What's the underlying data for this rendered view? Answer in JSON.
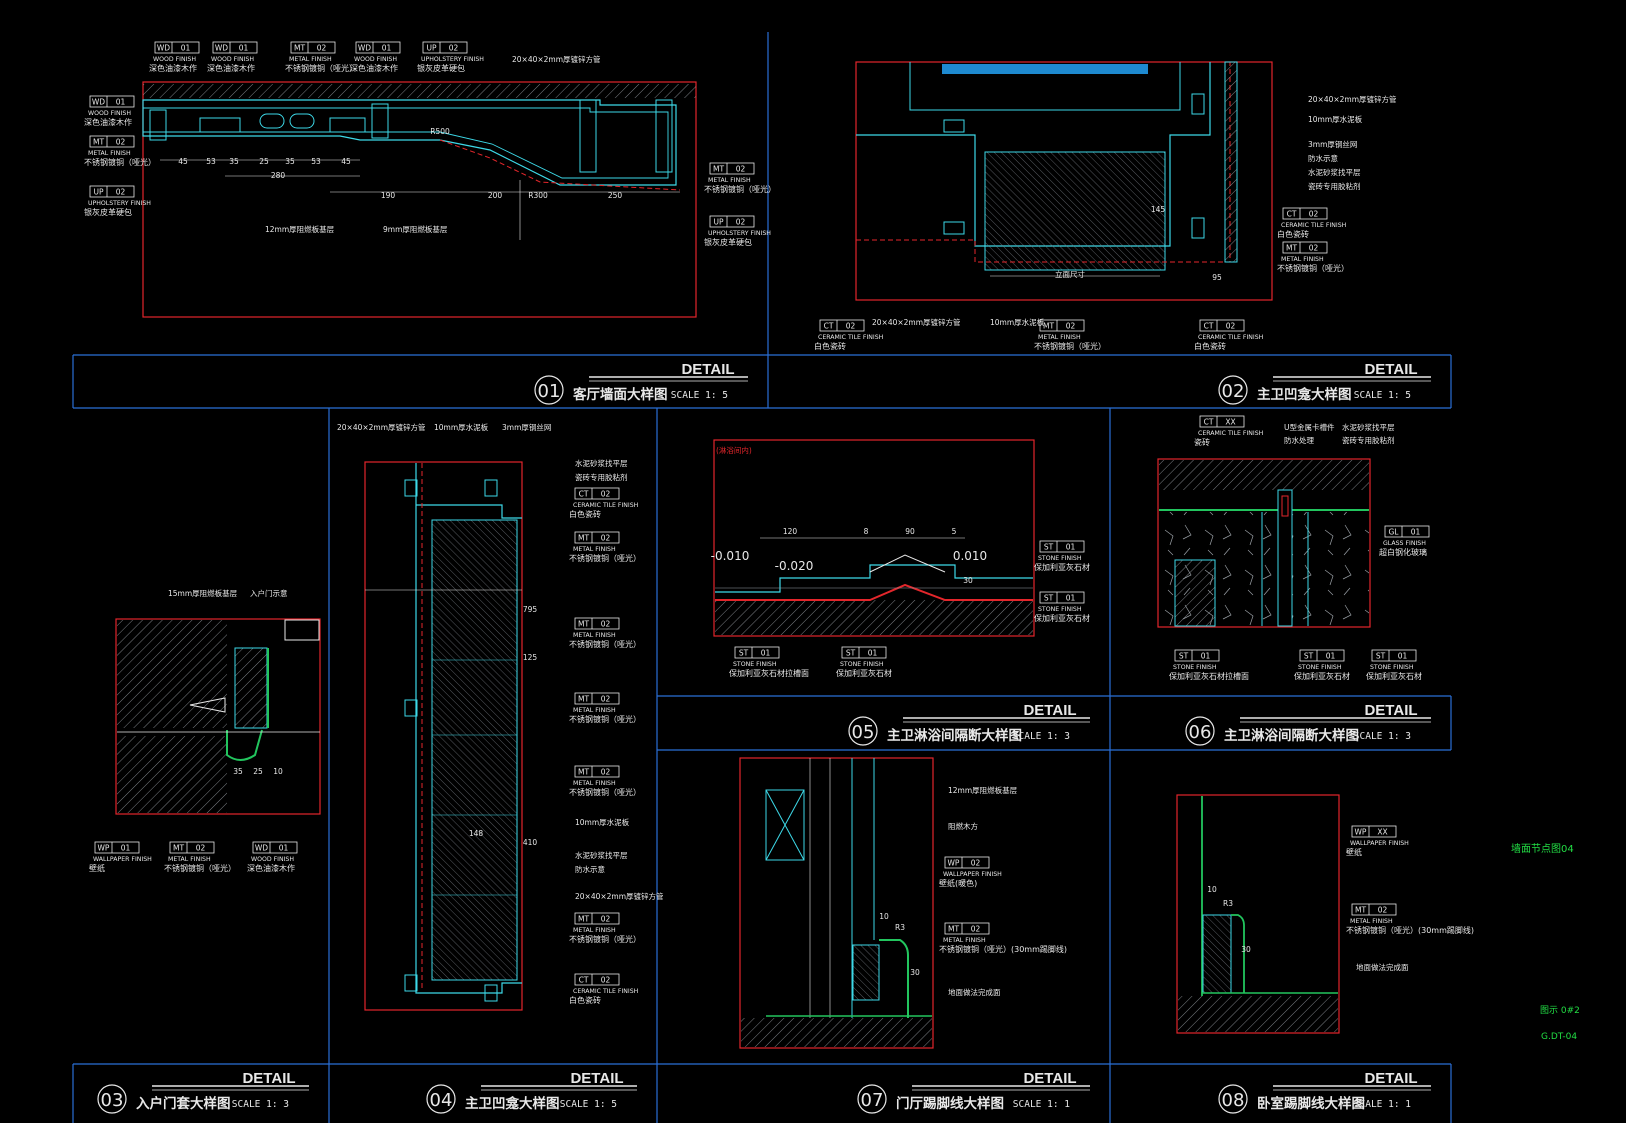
{
  "sheet": {
    "side_labels": [
      "墙面节点图04",
      "图示 0#2",
      "G.DT-04"
    ],
    "colors": {
      "frame": "#2a6fd6",
      "cut": "#e3262b",
      "line": "#3dd9e8",
      "dim": "#e8e8e8",
      "fill": "#22c55e",
      "text": "#e8e8e8",
      "accent": "#ffd400"
    }
  },
  "details": [
    {
      "number": "01",
      "label": "DETAIL",
      "title": "客厅墙面大样图",
      "scale": "SCALE  1: 5",
      "tags": [
        {
          "code": "WD",
          "num": "01",
          "en": "WOOD FINISH",
          "cn": "深色油漆木作"
        },
        {
          "code": "WD",
          "num": "01",
          "en": "WOOD FINISH",
          "cn": "深色油漆木作"
        },
        {
          "code": "MT",
          "num": "02",
          "en": "METAL FINISH",
          "cn": "不锈钢镀铜（哑光）"
        },
        {
          "code": "WD",
          "num": "01",
          "en": "WOOD FINISH",
          "cn": "深色油漆木作"
        },
        {
          "code": "UP",
          "num": "02",
          "en": "UPHOLSTERY FINISH",
          "cn": "银灰皮革硬包"
        },
        {
          "code": "WD",
          "num": "01",
          "en": "WOOD FINISH",
          "cn": "深色油漆木作"
        },
        {
          "code": "MT",
          "num": "02",
          "en": "METAL FINISH",
          "cn": "不锈钢镀铜（哑光）"
        },
        {
          "code": "UP",
          "num": "02",
          "en": "UPHOLSTERY FINISH",
          "cn": "银灰皮革硬包"
        },
        {
          "code": "MT",
          "num": "02",
          "en": "METAL FINISH",
          "cn": "不锈钢镀铜（哑光）"
        },
        {
          "code": "UP",
          "num": "02",
          "en": "UPHOLSTERY FINISH",
          "cn": "银灰皮革硬包"
        }
      ],
      "notes": [
        "20×40×2mm厚镀锌方管",
        "12mm厚阻燃板基层",
        "9mm厚阻燃板基层"
      ],
      "dims": [
        "45",
        "53",
        "35",
        "25",
        "35",
        "53",
        "45",
        "280",
        "190",
        "200",
        "250",
        "R500",
        "R300"
      ]
    },
    {
      "number": "02",
      "label": "DETAIL",
      "title": "主卫凹龛大样图",
      "scale": "SCALE  1: 5",
      "tags": [
        {
          "code": "CT",
          "num": "02",
          "en": "CERAMIC TILE FINISH",
          "cn": "白色瓷砖"
        },
        {
          "code": "MT",
          "num": "02",
          "en": "METAL FINISH",
          "cn": "不锈钢镀铜（哑光）"
        },
        {
          "code": "CT",
          "num": "02",
          "en": "CERAMIC TILE FINISH",
          "cn": "白色瓷砖"
        },
        {
          "code": "MT",
          "num": "02",
          "en": "METAL FINISH",
          "cn": "不锈钢镀铜（哑光）"
        },
        {
          "code": "CT",
          "num": "02",
          "en": "CERAMIC TILE FINISH",
          "cn": "白色瓷砖"
        }
      ],
      "notes": [
        "20×40×2mm厚镀锌方管",
        "10mm厚水泥板",
        "3mm厚钢丝网",
        "防水示意",
        "水泥砂浆找平层",
        "瓷砖专用胶粘剂",
        "20×40×2mm厚镀锌方管",
        "10mm厚水泥板",
        "立面尺寸"
      ],
      "dims": [
        "145",
        "95"
      ]
    },
    {
      "number": "03",
      "label": "DETAIL",
      "title": "入户门套大样图",
      "scale": "SCALE  1: 3",
      "tags": [
        {
          "code": "WP",
          "num": "01",
          "en": "WALLPAPER FINISH",
          "cn": "壁纸"
        },
        {
          "code": "MT",
          "num": "02",
          "en": "METAL FINISH",
          "cn": "不锈钢镀铜（哑光）"
        },
        {
          "code": "WD",
          "num": "01",
          "en": "WOOD FINISH",
          "cn": "深色油漆木作"
        }
      ],
      "notes": [
        "15mm厚阻燃板基层",
        "入户门示意"
      ],
      "dims": [
        "35",
        "25",
        "10"
      ]
    },
    {
      "number": "04",
      "label": "DETAIL",
      "title": "主卫凹龛大样图",
      "scale": "SCALE  1: 5",
      "tags": [
        {
          "code": "CT",
          "num": "02",
          "en": "CERAMIC TILE FINISH",
          "cn": "白色瓷砖"
        },
        {
          "code": "MT",
          "num": "02",
          "en": "METAL FINISH",
          "cn": "不锈钢镀铜（哑光）"
        },
        {
          "code": "MT",
          "num": "02",
          "en": "METAL FINISH",
          "cn": "不锈钢镀铜（哑光）"
        },
        {
          "code": "MT",
          "num": "02",
          "en": "METAL FINISH",
          "cn": "不锈钢镀铜（哑光）"
        },
        {
          "code": "MT",
          "num": "02",
          "en": "METAL FINISH",
          "cn": "不锈钢镀铜（哑光）"
        },
        {
          "code": "MT",
          "num": "02",
          "en": "METAL FINISH",
          "cn": "不锈钢镀铜（哑光）"
        },
        {
          "code": "CT",
          "num": "02",
          "en": "CERAMIC TILE FINISH",
          "cn": "白色瓷砖"
        }
      ],
      "notes": [
        "20×40×2mm厚镀锌方管",
        "10mm厚水泥板",
        "3mm厚钢丝网",
        "水泥砂浆找平层",
        "瓷砖专用胶粘剂",
        "10mm厚水泥板",
        "水泥砂浆找平层",
        "防水示意",
        "20×40×2mm厚镀锌方管"
      ],
      "dims": [
        "795",
        "125",
        "410",
        "148"
      ]
    },
    {
      "number": "05",
      "label": "DETAIL",
      "title": "主卫淋浴间隔断大样图",
      "scale": "SCALE  1: 3",
      "tags": [
        {
          "code": "ST",
          "num": "01",
          "en": "STONE FINISH",
          "cn": "保加利亚灰石材"
        },
        {
          "code": "ST",
          "num": "01",
          "en": "STONE FINISH",
          "cn": "保加利亚灰石材"
        },
        {
          "code": "ST",
          "num": "01",
          "en": "STONE FINISH",
          "cn": "保加利亚灰石材拉槽面"
        },
        {
          "code": "ST",
          "num": "01",
          "en": "STONE FINISH",
          "cn": "保加利亚灰石材"
        }
      ],
      "notes": [
        "(淋浴间内)"
      ],
      "dims": [
        "120",
        "8",
        "90",
        "5",
        "-0.010",
        "-0.020",
        "0.010",
        "30"
      ]
    },
    {
      "number": "06",
      "label": "DETAIL",
      "title": "主卫淋浴间隔断大样图",
      "scale": "SCALE  1: 3",
      "tags": [
        {
          "code": "CT",
          "num": "XX",
          "en": "CERAMIC TILE FINISH",
          "cn": "瓷砖"
        },
        {
          "code": "GL",
          "num": "01",
          "en": "GLASS FINISH",
          "cn": "超白钢化玻璃"
        },
        {
          "code": "ST",
          "num": "01",
          "en": "STONE FINISH",
          "cn": "保加利亚灰石材拉槽面"
        },
        {
          "code": "ST",
          "num": "01",
          "en": "STONE FINISH",
          "cn": "保加利亚灰石材"
        },
        {
          "code": "ST",
          "num": "01",
          "en": "STONE FINISH",
          "cn": "保加利亚灰石材"
        }
      ],
      "notes": [
        "U型金属卡槽件",
        "防水处理",
        "水泥砂浆找平层",
        "瓷砖专用胶粘剂"
      ],
      "dims": []
    },
    {
      "number": "07",
      "label": "DETAIL",
      "title": "门厅踢脚线大样图",
      "scale": "SCALE  1: 1",
      "tags": [
        {
          "code": "WP",
          "num": "02",
          "en": "WALLPAPER FINISH",
          "cn": "壁纸(暖色)"
        },
        {
          "code": "MT",
          "num": "02",
          "en": "METAL FINISH",
          "cn": "不锈钢镀铜（哑光）(30mm踢脚线)"
        }
      ],
      "notes": [
        "12mm厚阻燃板基层",
        "阻燃木方",
        "地面做法完成面"
      ],
      "dims": [
        "10",
        "R3",
        "30"
      ]
    },
    {
      "number": "08",
      "label": "DETAIL",
      "title": "卧室踢脚线大样图",
      "scale": "SCALE  1: 1",
      "tags": [
        {
          "code": "WP",
          "num": "XX",
          "en": "WALLPAPER FINISH",
          "cn": "壁纸"
        },
        {
          "code": "MT",
          "num": "02",
          "en": "METAL FINISH",
          "cn": "不锈钢镀铜（哑光）(30mm踢脚线)"
        }
      ],
      "notes": [
        "地面做法完成面"
      ],
      "dims": [
        "10",
        "R3",
        "30"
      ]
    }
  ]
}
